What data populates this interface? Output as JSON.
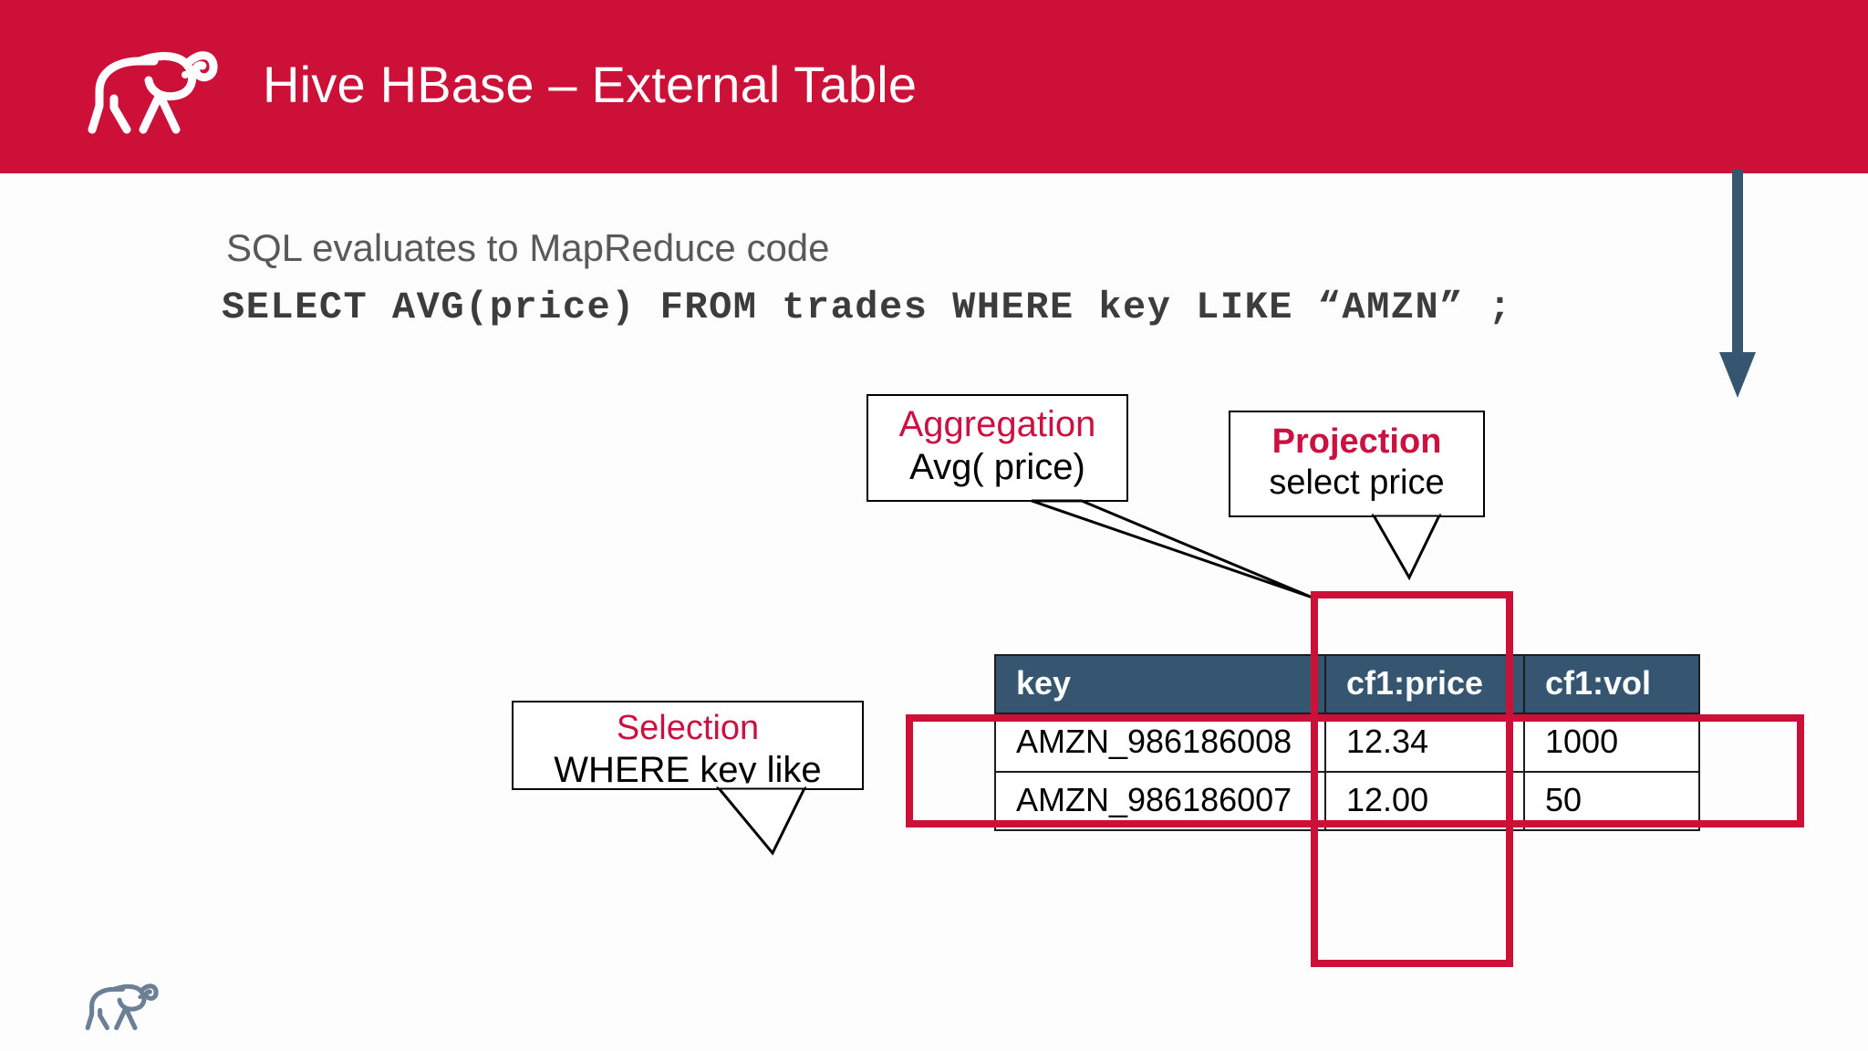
{
  "header": {
    "title": "Hive HBase – External Table",
    "background_color": "#cc1038",
    "logo_icon": "elephant-logo-icon",
    "title_color": "#ffffff"
  },
  "body": {
    "subhead": "SQL evaluates to MapReduce code",
    "sql": "SELECT AVG(price) FROM trades WHERE key LIKE “AMZN” ;",
    "arrow_icon": "down-arrow-icon",
    "arrow_color": "#355570"
  },
  "callouts": {
    "aggregation": {
      "title": "Aggregation",
      "detail": "Avg( price)",
      "title_color": "#cc1040"
    },
    "projection": {
      "title": "Projection",
      "detail": "select price",
      "title_color": "#cc1040"
    },
    "selection": {
      "title": "Selection",
      "detail": "WHERE key like",
      "title_color": "#cc1040"
    }
  },
  "table": {
    "header_bg": "#355570",
    "columns": [
      "key",
      "cf1:price",
      "cf1:vol"
    ],
    "rows": [
      [
        "AMZN_986186008",
        "12.34",
        "1000"
      ],
      [
        "AMZN_986186007",
        "12.00",
        "50"
      ]
    ]
  },
  "highlights": {
    "color": "#cc1038",
    "projection_label": "projection-column-highlight",
    "selection_label": "selection-rows-highlight"
  },
  "footer": {
    "logo_icon": "elephant-logo-icon",
    "logo_color": "#6b7f96"
  }
}
